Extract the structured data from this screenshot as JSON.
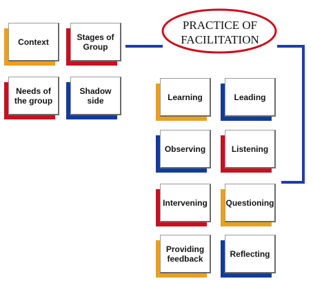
{
  "title": {
    "text": "PRACTICE OF\nFACILITATION",
    "ellipse_color": "#c8101e"
  },
  "colors": {
    "orange": "#e8a020",
    "red": "#c8101e",
    "blue": "#123c9a",
    "connector": "#1f3fa0"
  },
  "cards": [
    {
      "id": "context",
      "label": "Context",
      "shadow": "orange"
    },
    {
      "id": "stages-of-group",
      "label": "Stages of\nGroup",
      "shadow": "red"
    },
    {
      "id": "needs-of-the-group",
      "label": "Needs of\nthe group",
      "shadow": "red"
    },
    {
      "id": "shadow-side",
      "label": "Shadow\nside",
      "shadow": "blue"
    },
    {
      "id": "learning",
      "label": "Learning",
      "shadow": "orange"
    },
    {
      "id": "leading",
      "label": "Leading",
      "shadow": "blue"
    },
    {
      "id": "observing",
      "label": "Observing",
      "shadow": "blue"
    },
    {
      "id": "listening",
      "label": "Listening",
      "shadow": "red"
    },
    {
      "id": "intervening",
      "label": "Intervening",
      "shadow": "red"
    },
    {
      "id": "questioning",
      "label": "Questioning",
      "shadow": "orange"
    },
    {
      "id": "providing-feedback",
      "label": "Providing\nfeedback",
      "shadow": "orange"
    },
    {
      "id": "reflecting",
      "label": "Reflecting",
      "shadow": "blue"
    }
  ]
}
